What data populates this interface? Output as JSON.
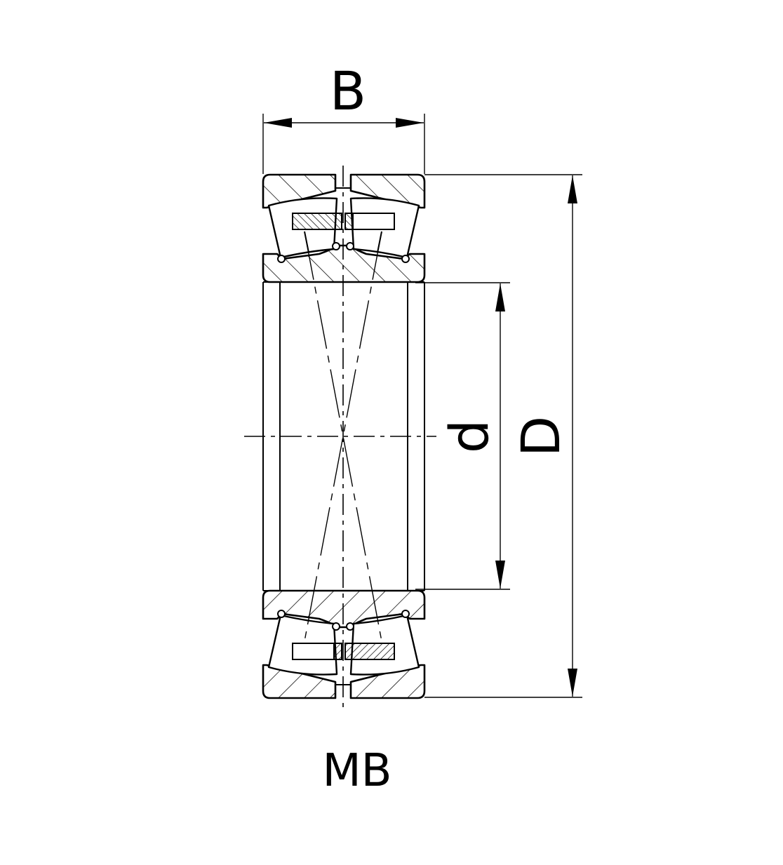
{
  "labels": {
    "width": "B",
    "bore": "d",
    "outer_diameter": "D",
    "variant": "MB"
  },
  "colors": {
    "line": "#000000",
    "background": "#ffffff"
  }
}
